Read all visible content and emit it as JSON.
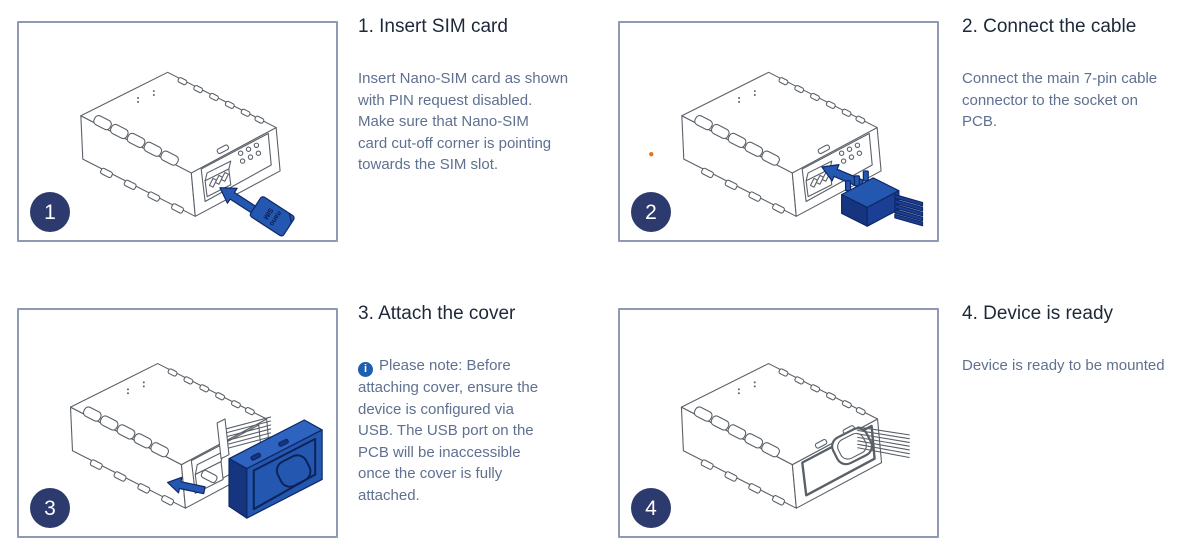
{
  "colors": {
    "accent_blue": "#2457b0",
    "accent_blue_dark": "#16357e",
    "badge_navy": "#2d3a6d",
    "panel_border": "#8e99b4",
    "title_text": "#1d2838",
    "body_text": "#5f7090",
    "info_icon_blue": "#1e5fae",
    "indicator_orange": "#e8731a"
  },
  "steps": [
    {
      "number": "1",
      "title": "1. Insert SIM card",
      "body": "Insert Nano-SIM card as shown\nwith PIN request disabled.\nMake sure that Nano-SIM\ncard cut-off corner is pointing\ntowards the SIM slot.",
      "sim_line1": "nano",
      "sim_line2": "SIM"
    },
    {
      "number": "2",
      "title": "2. Connect the cable",
      "body": "Connect the main 7-pin cable\nconnector to the socket on\nPCB."
    },
    {
      "number": "3",
      "title": "3. Attach the cover",
      "info_icon_glyph": "i",
      "note": "Please note: Before\nattaching cover, ensure the\ndevice is configured via\nUSB. The USB port on the\nPCB will be inaccessible\nonce the cover is fully\nattached."
    },
    {
      "number": "4",
      "title": "4. Device is ready",
      "body": "Device is ready to be mounted"
    }
  ]
}
